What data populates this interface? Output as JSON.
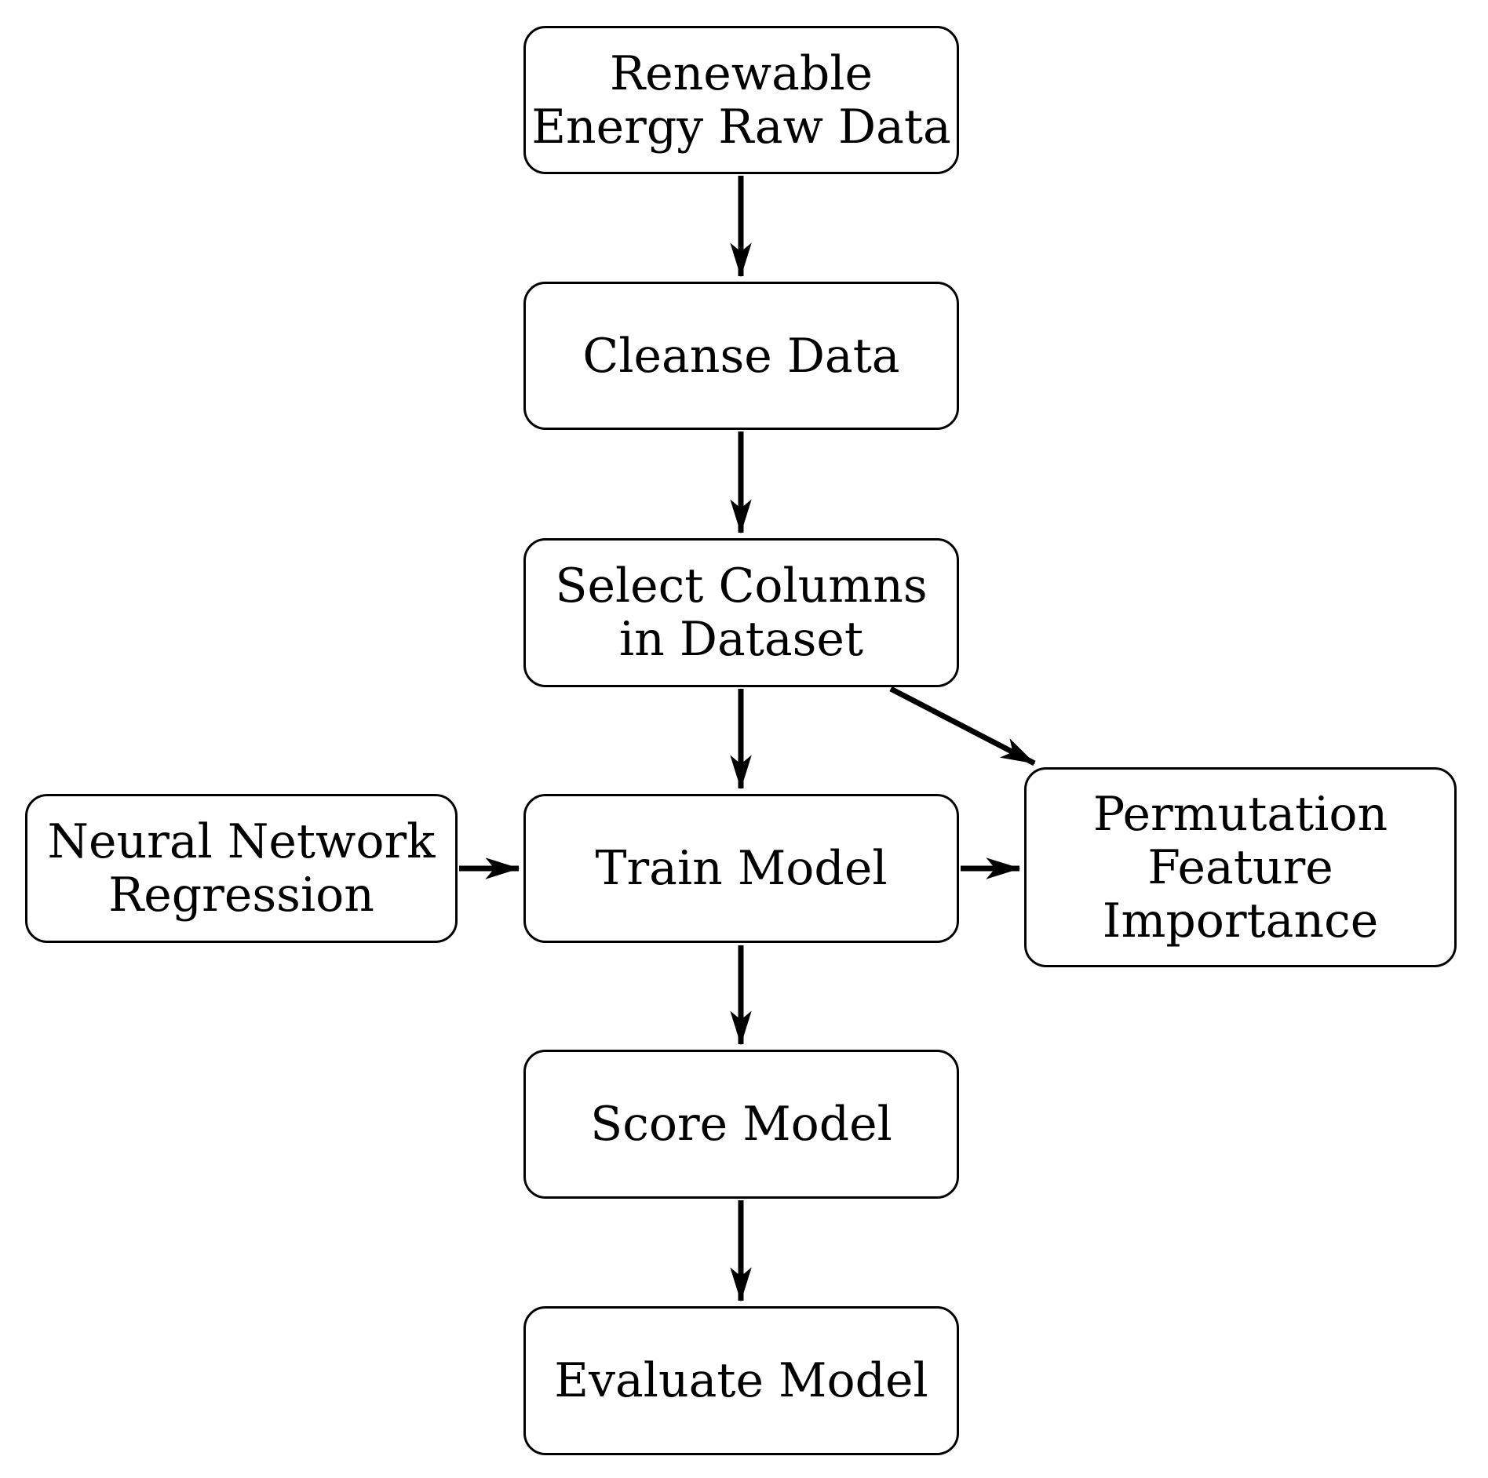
{
  "diagram": {
    "title": "Renewable energy model training flowchart",
    "colors": {
      "background": "#ffffff",
      "node_fill": "#ffffff",
      "node_border": "#000000",
      "arrow": "#000000",
      "text": "#000000"
    },
    "nodes": {
      "raw_data": {
        "label": "Renewable\nEnergy Raw Data"
      },
      "cleanse": {
        "label": "Cleanse Data"
      },
      "select_columns": {
        "label": "Select Columns\nin Dataset"
      },
      "nn_regression": {
        "label": "Neural Network\nRegression"
      },
      "train": {
        "label": "Train Model"
      },
      "permutation": {
        "label": "Permutation\nFeature\nImportance"
      },
      "score": {
        "label": "Score Model"
      },
      "evaluate": {
        "label": "Evaluate Model"
      }
    },
    "edges": [
      {
        "from": "raw_data",
        "to": "cleanse"
      },
      {
        "from": "cleanse",
        "to": "select_columns"
      },
      {
        "from": "select_columns",
        "to": "train"
      },
      {
        "from": "select_columns",
        "to": "permutation"
      },
      {
        "from": "nn_regression",
        "to": "train"
      },
      {
        "from": "train",
        "to": "permutation"
      },
      {
        "from": "train",
        "to": "score"
      },
      {
        "from": "score",
        "to": "evaluate"
      }
    ]
  }
}
